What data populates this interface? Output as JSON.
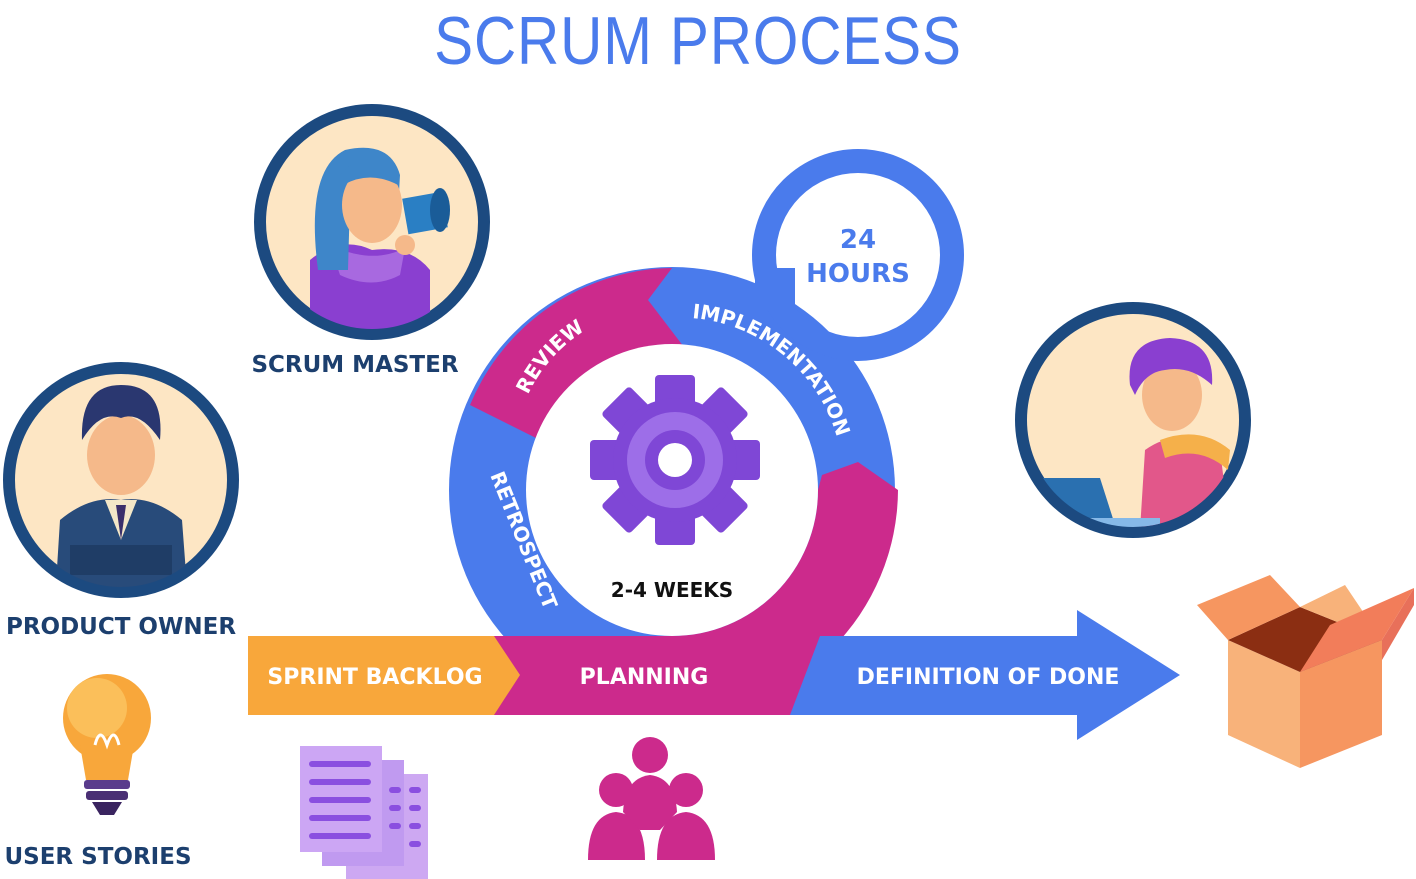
{
  "title": "SCRUM PROCESS",
  "roles": {
    "scrum_master": "SCRUM MASTER",
    "product_owner": "PRODUCT OWNER",
    "user_stories": "USER STORIES"
  },
  "cycle": {
    "review": "REVIEW",
    "implementation": "IMPLEMENTATION",
    "retrospect": "RETROSPECT",
    "duration": "2-4 WEEKS",
    "daily_line1": "24",
    "daily_line2": "HOURS"
  },
  "flow": {
    "sprint_backlog": "SPRINT BACKLOG",
    "planning": "PLANNING",
    "definition_of_done": "DEFINITION OF DONE"
  },
  "colors": {
    "title_blue": "#4a7bec",
    "navy": "#1c3f6e",
    "magenta": "#cc2a8c",
    "blue": "#4a7bec",
    "orange": "#f8a73b",
    "purple": "#7f47d6",
    "cream": "#fde6c4"
  },
  "icons": [
    "megaphone-icon",
    "lightbulb-icon",
    "documents-icon",
    "team-icon",
    "box-icon",
    "gear-icon"
  ]
}
